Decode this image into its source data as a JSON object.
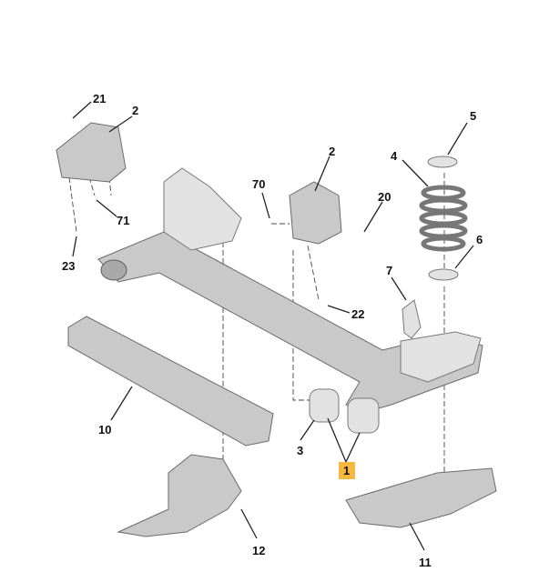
{
  "diagram": {
    "callouts": [
      "21",
      "2",
      "71",
      "23",
      "2",
      "70",
      "20",
      "22",
      "5",
      "4",
      "6",
      "7",
      "10",
      "3",
      "1",
      "12",
      "11"
    ],
    "highlight_color": "#f4b73f"
  }
}
